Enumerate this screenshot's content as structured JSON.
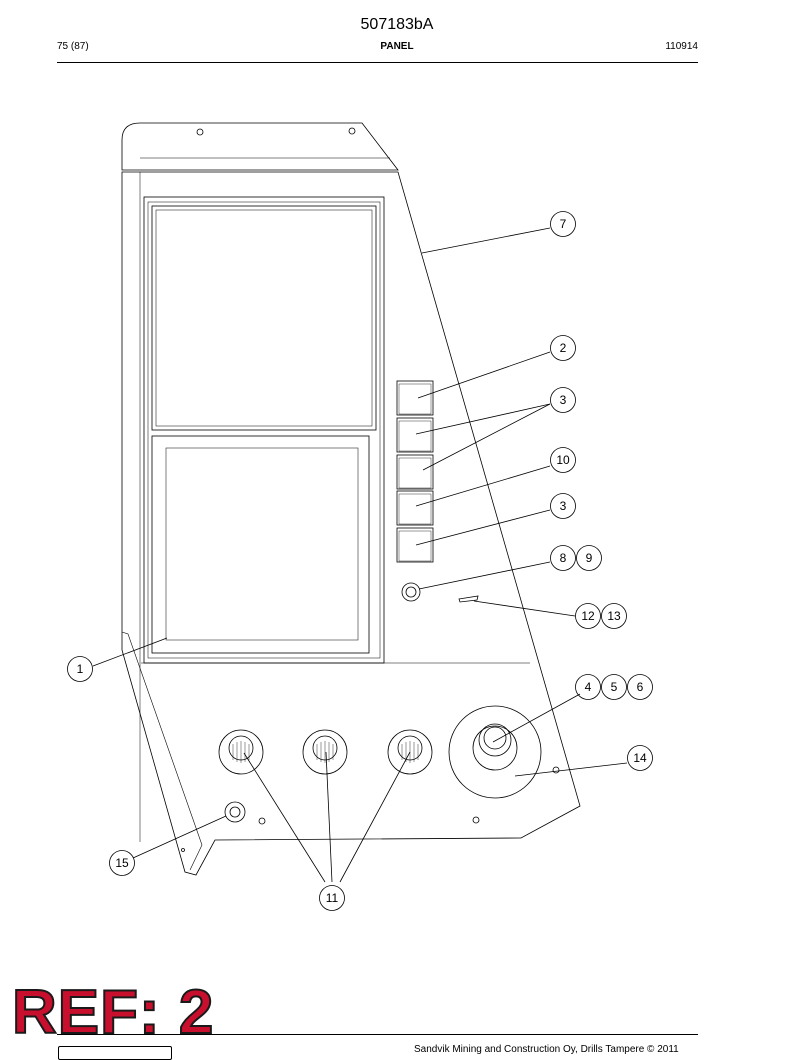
{
  "header": {
    "document_id": "507183bA",
    "page": "75 (87)",
    "section": "PANEL",
    "code": "110914"
  },
  "callouts": [
    "7",
    "2",
    "3",
    "10",
    "3",
    "8",
    "9",
    "12",
    "13",
    "1",
    "4",
    "5",
    "6",
    "14",
    "15",
    "11"
  ],
  "stamp": {
    "text": "REF: 2",
    "color": "#c8102e"
  },
  "footer": {
    "copyright": "Sandvik Mining and Construction Oy, Drills Tampere © 2011"
  }
}
